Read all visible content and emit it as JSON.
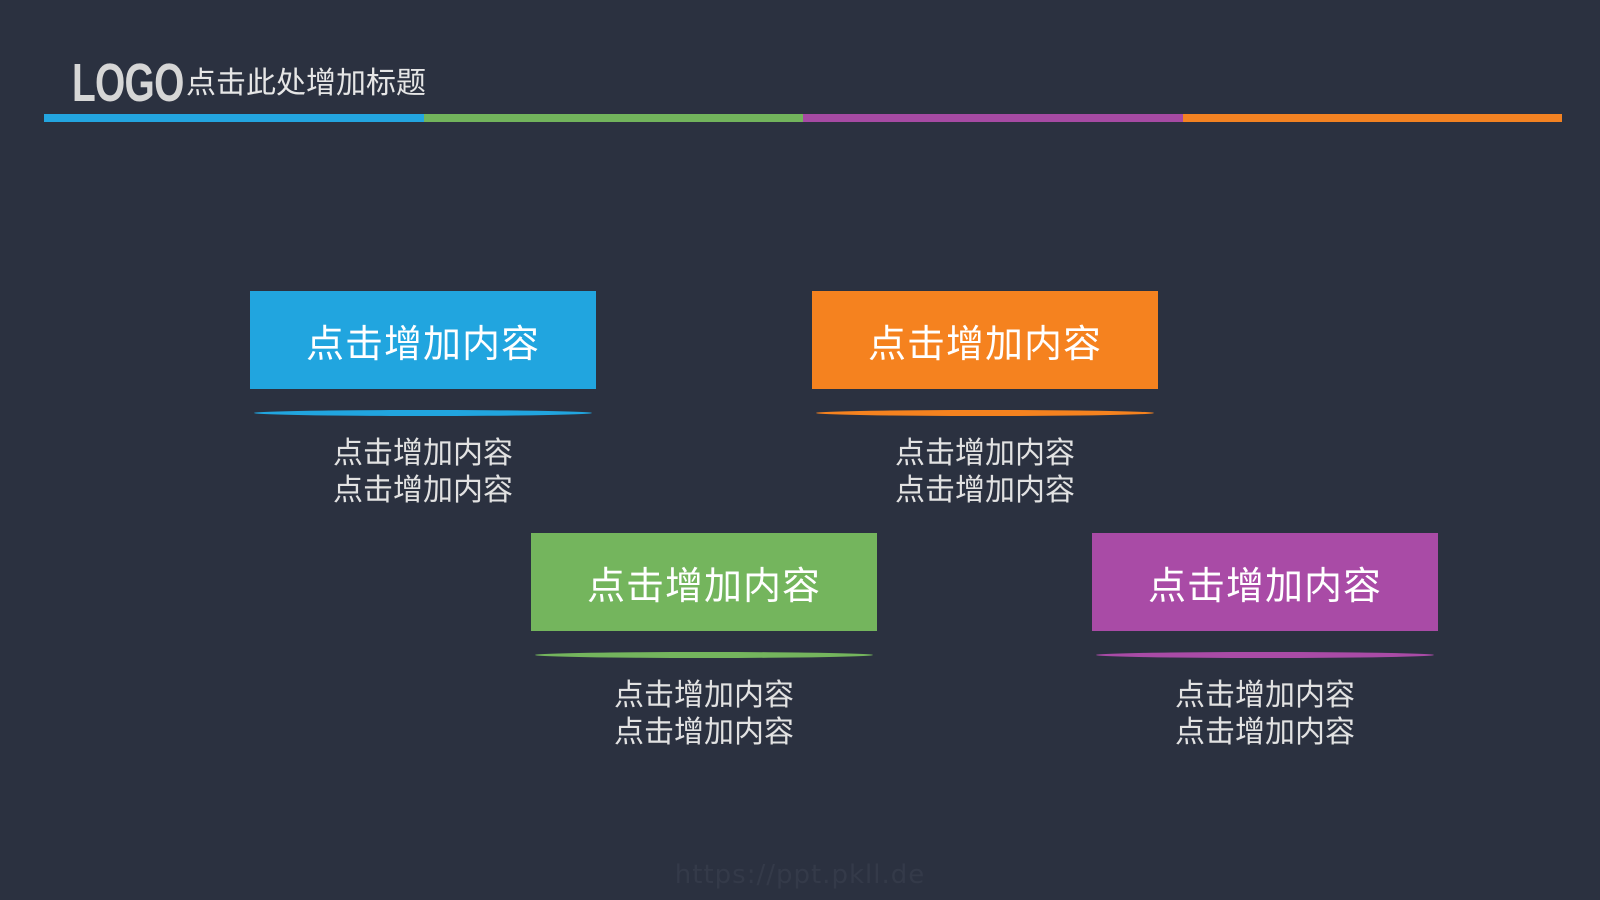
{
  "header": {
    "logo": "LOGO",
    "title": "点击此处增加标题"
  },
  "divider_colors": [
    "#23a5e0",
    "#72b45c",
    "#a64aa3",
    "#f38222"
  ],
  "cards": [
    {
      "label": "点击增加内容",
      "line1": "点击增加内容",
      "line2": "点击增加内容",
      "color": "#21a5df"
    },
    {
      "label": "点击增加内容",
      "line1": "点击增加内容",
      "line2": "点击增加内容",
      "color": "#f5821f"
    },
    {
      "label": "点击增加内容",
      "line1": "点击增加内容",
      "line2": "点击增加内容",
      "color": "#74b55d"
    },
    {
      "label": "点击增加内容",
      "line1": "点击增加内容",
      "line2": "点击增加内容",
      "color": "#a94ba6"
    }
  ],
  "watermark": "https://ppt.pkll.de"
}
